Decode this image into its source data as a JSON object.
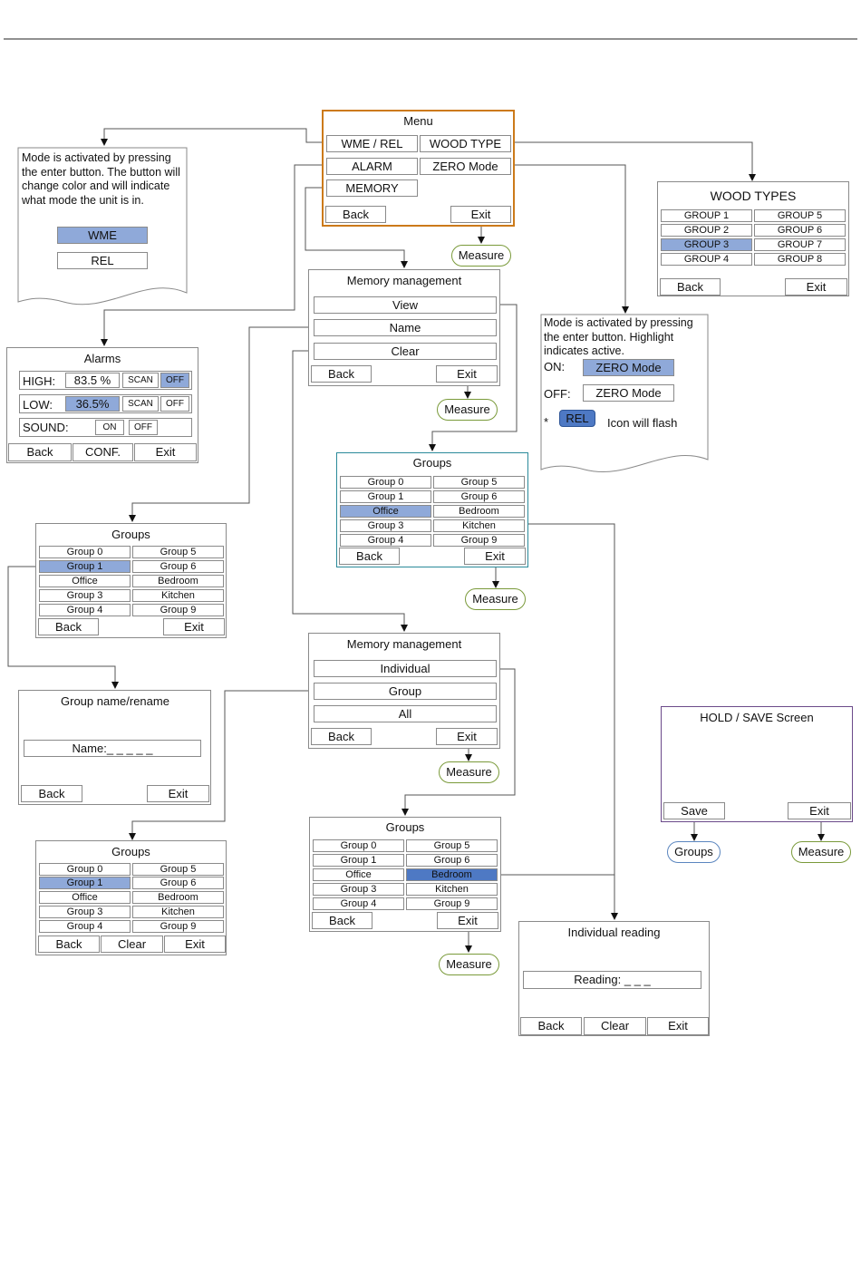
{
  "colors": {
    "menu_border": "#cc7a1a",
    "groups_border": "#2a8a9a",
    "hold_border": "#6b4a8a",
    "highlight": "#8fa9d9",
    "highlight_dark": "#4e79c4",
    "rel_badge": "#4e79c4",
    "measure_pill_border": "#7a9a3a",
    "groups_pill_border": "#5b86bf"
  },
  "menu": {
    "title": "Menu",
    "wme_rel": "WME / REL",
    "wood_type": "WOOD TYPE",
    "alarm": "ALARM",
    "zero_mode": "ZERO Mode",
    "memory": "MEMORY",
    "back": "Back",
    "exit": "Exit"
  },
  "measure_label": "Measure",
  "mode_note": {
    "text": "Mode is activated by pressing the enter button. The button will change color and will indicate what mode the unit is in.",
    "wme": "WME",
    "rel": "REL"
  },
  "wood_types": {
    "title": "WOOD TYPES",
    "groups": [
      "GROUP 1",
      "GROUP 5",
      "GROUP 2",
      "GROUP 6",
      "GROUP 3",
      "GROUP 7",
      "GROUP 4",
      "GROUP 8"
    ],
    "back": "Back",
    "exit": "Exit"
  },
  "zero_note": {
    "text": "Mode is activated by pressing the enter button. Highlight indicates active.",
    "on_label": "ON:",
    "on_value": "ZERO Mode",
    "off_label": "OFF:",
    "off_value": "ZERO Mode",
    "star": "*",
    "rel": "REL",
    "flash": "Icon will flash"
  },
  "memory1": {
    "title": "Memory management",
    "view": "View",
    "name": "Name",
    "clear": "Clear",
    "back": "Back",
    "exit": "Exit"
  },
  "alarms": {
    "title": "Alarms",
    "high_label": "HIGH:",
    "high_value": "83.5 %",
    "low_label": "LOW:",
    "low_value": "36.5%",
    "sound_label": "SOUND:",
    "scan": "SCAN",
    "off": "OFF",
    "on": "ON",
    "back": "Back",
    "conf": "CONF.",
    "exit": "Exit"
  },
  "groups_view": {
    "title": "Groups",
    "cells": [
      "Group 0",
      "Group 5",
      "Group 1",
      "Group 6",
      "Office",
      "Bedroom",
      "Group 3",
      "Kitchen",
      "Group 4",
      "Group 9"
    ],
    "back": "Back",
    "exit": "Exit"
  },
  "groups_name": {
    "title": "Groups",
    "cells": [
      "Group 0",
      "Group 5",
      "Group 1",
      "Group 6",
      "Office",
      "Bedroom",
      "Group 3",
      "Kitchen",
      "Group 4",
      "Group 9"
    ],
    "back": "Back",
    "exit": "Exit"
  },
  "rename": {
    "title": "Group name/rename",
    "field": "Name:_ _ _ _ _",
    "back": "Back",
    "exit": "Exit"
  },
  "memory2": {
    "title": "Memory management",
    "individual": "Individual",
    "group": "Group",
    "all": "All",
    "back": "Back",
    "exit": "Exit"
  },
  "hold": {
    "title": "HOLD / SAVE Screen",
    "save": "Save",
    "exit": "Exit",
    "groups_pill": "Groups"
  },
  "groups_clear": {
    "title": "Groups",
    "cells": [
      "Group 0",
      "Group 5",
      "Group 1",
      "Group 6",
      "Office",
      "Bedroom",
      "Group 3",
      "Kitchen",
      "Group 4",
      "Group 9"
    ],
    "back": "Back",
    "clear": "Clear",
    "exit": "Exit"
  },
  "groups_indiv": {
    "title": "Groups",
    "cells": [
      "Group 0",
      "Group 5",
      "Group 1",
      "Group 6",
      "Office",
      "Bedroom",
      "Group 3",
      "Kitchen",
      "Group 4",
      "Group 9"
    ],
    "back": "Back",
    "exit": "Exit"
  },
  "reading": {
    "title": "Individual reading",
    "field": "Reading: _ _ _",
    "back": "Back",
    "clear": "Clear",
    "exit": "Exit"
  }
}
